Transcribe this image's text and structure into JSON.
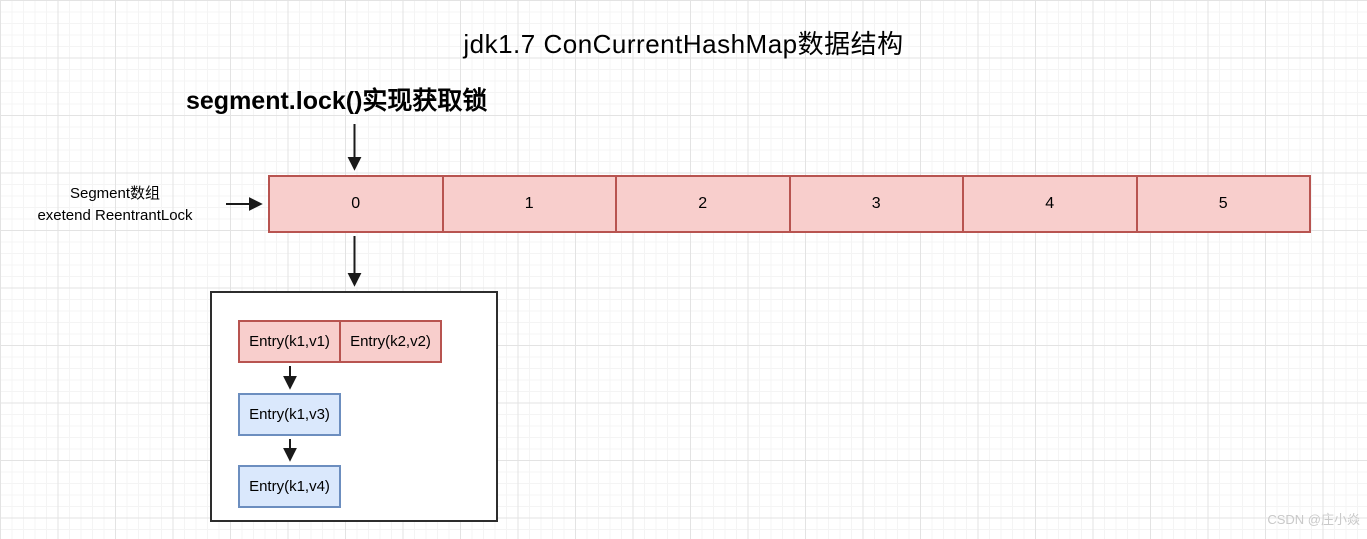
{
  "title": "jdk1.7 ConCurrentHashMap数据结构",
  "lock_label": "segment.lock()实现获取锁",
  "segment_label": {
    "line1": "Segment数组",
    "line2": "exetend ReentrantLock"
  },
  "segment_array": {
    "cells": [
      "0",
      "1",
      "2",
      "3",
      "4",
      "5"
    ]
  },
  "bucket": {
    "entries_row": [
      "Entry(k1,v1)",
      "Entry(k2,v2)"
    ],
    "chain": [
      "Entry(k1,v3)",
      "Entry(k1,v4)"
    ]
  },
  "watermark": "CSDN @庄小焱",
  "colors": {
    "segment_fill": "#f8cecc",
    "segment_border": "#b85450",
    "entry_blue_fill": "#dae8fc",
    "entry_blue_border": "#6c8ebf",
    "bucket_border": "#2d2d2d",
    "arrow": "#1a1a1a",
    "watermark_gray": "#c9c9c9"
  }
}
